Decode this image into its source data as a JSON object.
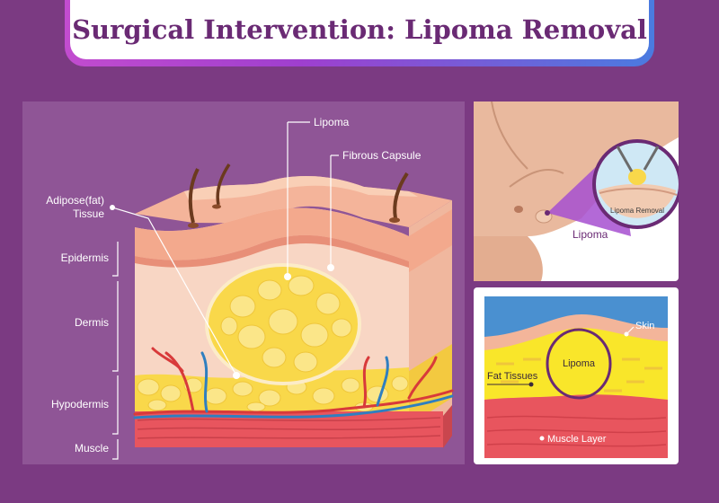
{
  "title": "Surgical Intervention: Lipoma Removal",
  "main_diagram": {
    "labels": {
      "lipoma": "Lipoma",
      "fibrous_capsule": "Fibrous Capsule",
      "adipose_line1": "Adipose(fat)",
      "adipose_line2": "Tissue",
      "epidermis": "Epidermis",
      "dermis": "Dermis",
      "hypodermis": "Hypodermis",
      "muscle": "Muscle"
    }
  },
  "inset_top": {
    "lipoma_label": "Lipoma",
    "magnifier_caption": "Lipoma Removal"
  },
  "inset_bottom": {
    "skin": "Skin",
    "lipoma": "Lipoma",
    "fat_tissues": "Fat Tissues",
    "muscle_layer": "Muscle Layer"
  },
  "colors": {
    "background": "#7b3a82",
    "title_text": "#6a2a74",
    "skin_top": "#f6c7a7",
    "fat_yellow": "#f9d84a",
    "muscle_red": "#e8555e",
    "vessel_red": "#d83a3a",
    "vessel_blue": "#2f7fc0"
  }
}
